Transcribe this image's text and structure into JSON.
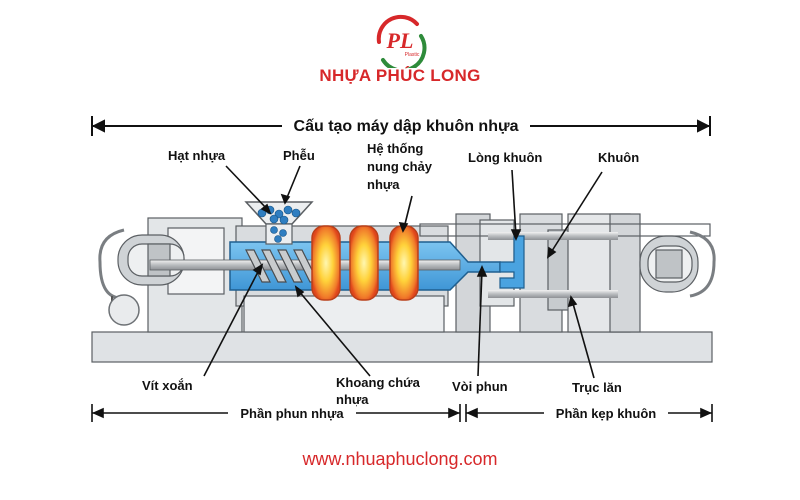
{
  "brand": {
    "logo_letters": "PL",
    "logo_small_text": "Plastic",
    "name": "NHỰA PHÚC LONG",
    "website": "www.nhuaphuclong.com"
  },
  "diagram": {
    "title": "Cấu tạo máy dập khuôn nhựa",
    "labels": {
      "hat_nhua": "Hạt nhựa",
      "pheu": "Phễu",
      "he_thong_1": "Hệ thống",
      "he_thong_2": "nung chảy",
      "he_thong_3": "nhựa",
      "long_khuon": "Lòng khuôn",
      "khuon": "Khuôn",
      "vit_xoan": "Vít xoắn",
      "khoang_1": "Khoang chứa",
      "khoang_2": "nhựa",
      "voi_phun": "Vòi phun",
      "truc_lan": "Trục lăn",
      "phan_phun": "Phần phun nhựa",
      "phan_kep": "Phần kẹp khuôn"
    }
  },
  "colors": {
    "brand_red": "#d7282a",
    "brand_green": "#2e8b3a",
    "machine_gray": "#d9dcdf",
    "plastic_blue": "#5aaee4",
    "heater_orange": "#f07a2a"
  }
}
